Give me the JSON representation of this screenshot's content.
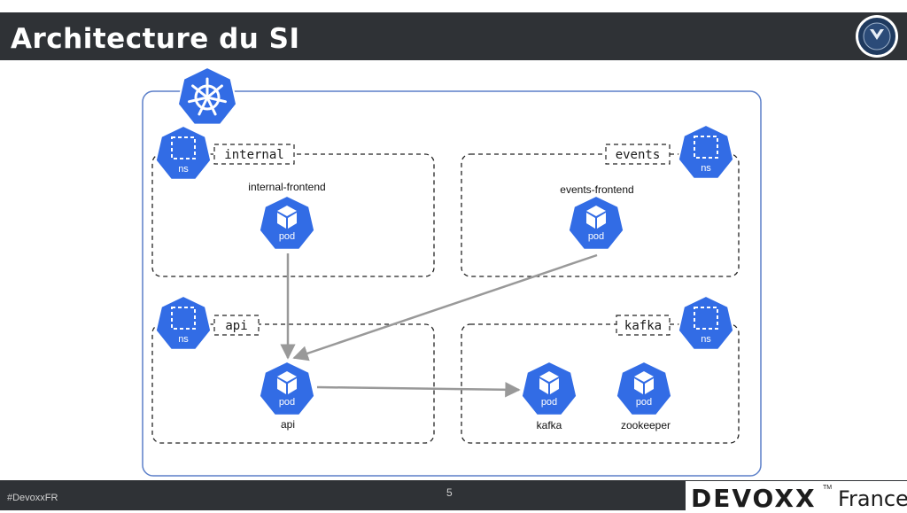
{
  "slide": {
    "title": "Architecture du SI",
    "hashtag": "#DevoxxFR",
    "page_number": "5",
    "brand": "DEVOXX",
    "brand_tm": "TM",
    "brand_region": "France"
  },
  "colors": {
    "k8s_blue": "#326ce5",
    "header": "#2f3236",
    "arrow": "#999999"
  },
  "cluster": {
    "icon": "kubernetes-helm-icon"
  },
  "namespaces": [
    {
      "name": "internal",
      "icon_label": "ns"
    },
    {
      "name": "events",
      "icon_label": "ns"
    },
    {
      "name": "api",
      "icon_label": "ns"
    },
    {
      "name": "kafka",
      "icon_label": "ns"
    }
  ],
  "pods": [
    {
      "caption": "internal-frontend",
      "icon_label": "pod"
    },
    {
      "caption": "events-frontend",
      "icon_label": "pod"
    },
    {
      "caption": "api",
      "icon_label": "pod"
    },
    {
      "caption": "kafka",
      "icon_label": "pod"
    },
    {
      "caption": "zookeeper",
      "icon_label": "pod"
    }
  ],
  "connections": [
    {
      "from": "internal-frontend",
      "to": "api"
    },
    {
      "from": "events-frontend",
      "to": "api"
    },
    {
      "from": "api",
      "to": "kafka"
    }
  ]
}
